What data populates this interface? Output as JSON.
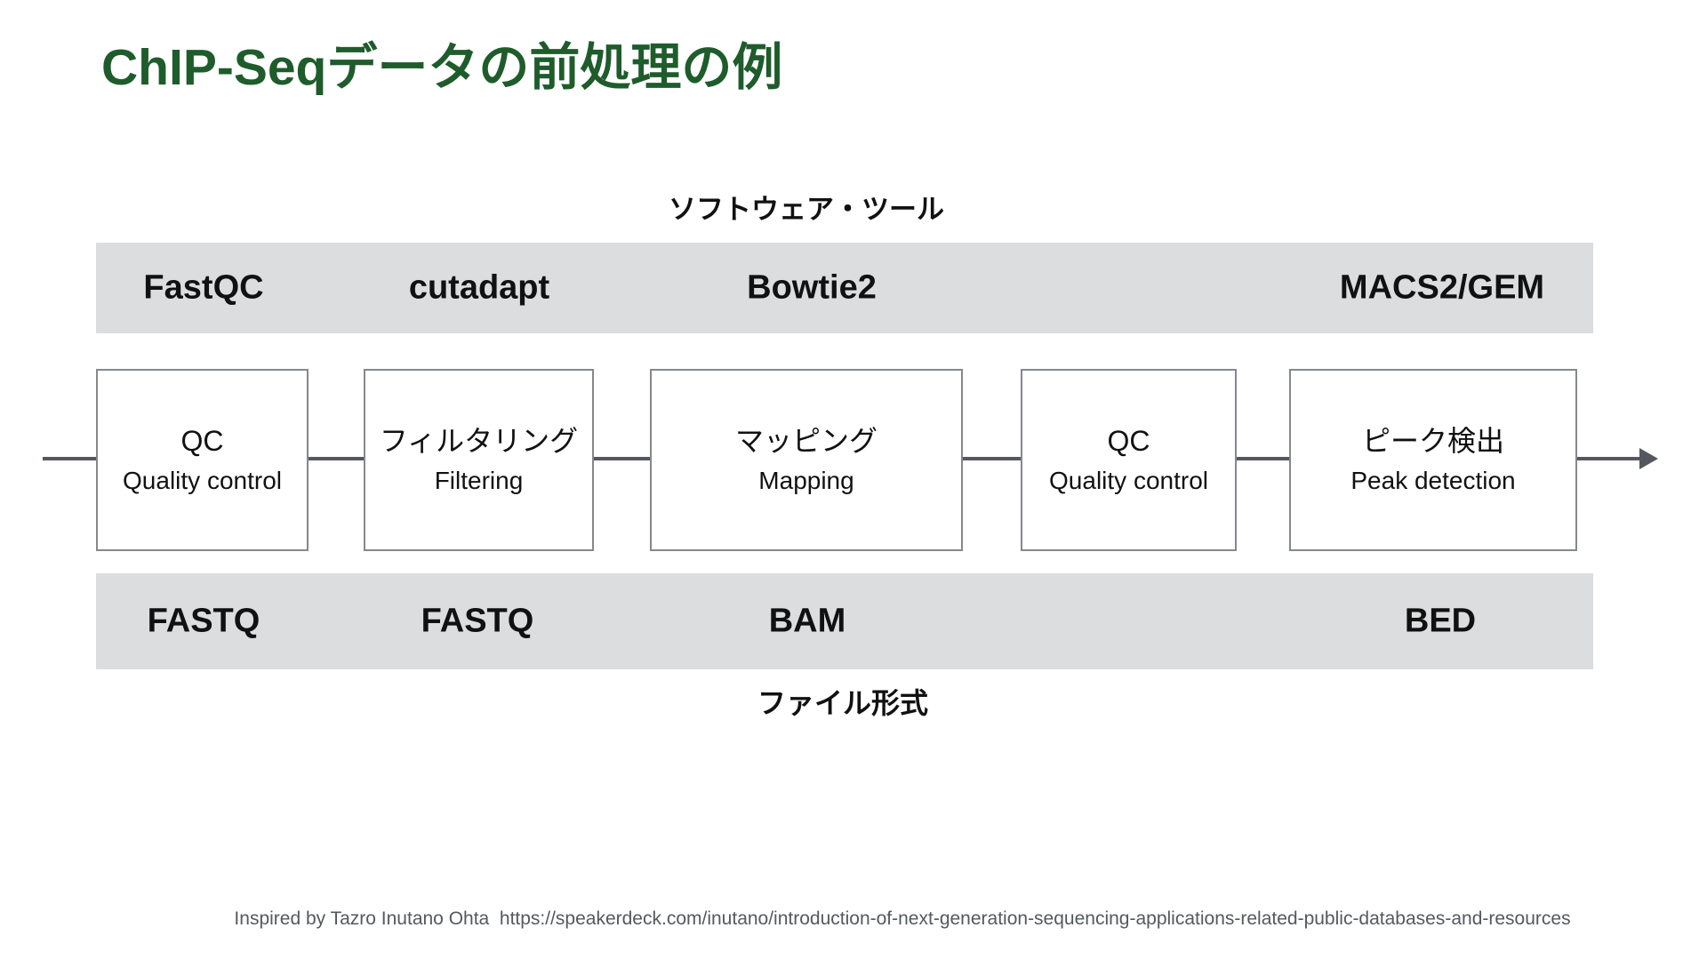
{
  "slide": {
    "title": "ChIP-Seqデータの前処理の例",
    "footer": "Inspired by Tazro Inutano Ohta  https://speakerdeck.com/inutano/introduction-of-next-generation-sequencing-applications-related-public-databases-and-resources"
  },
  "software_tools": {
    "label": "ソフトウェア・ツール",
    "items": [
      "FastQC",
      "cutadapt",
      "Bowtie2",
      "MACS2/GEM"
    ]
  },
  "pipeline_steps": [
    {
      "ja": "QC",
      "en": "Quality control"
    },
    {
      "ja": "フィルタリング",
      "en": "Filtering"
    },
    {
      "ja": "マッピング",
      "en": "Mapping"
    },
    {
      "ja": "QC",
      "en": "Quality control"
    },
    {
      "ja": "ピーク検出",
      "en": "Peak detection"
    }
  ],
  "file_formats": {
    "label": "ファイル形式",
    "items": [
      "FASTQ",
      "FASTQ",
      "BAM",
      "BED"
    ]
  },
  "colors": {
    "title_green": "#1e5c2b",
    "bar_gray": "#dcddde",
    "connector_gray": "#54585e",
    "box_border_gray": "#85888c",
    "footer_gray": "#55595e"
  }
}
